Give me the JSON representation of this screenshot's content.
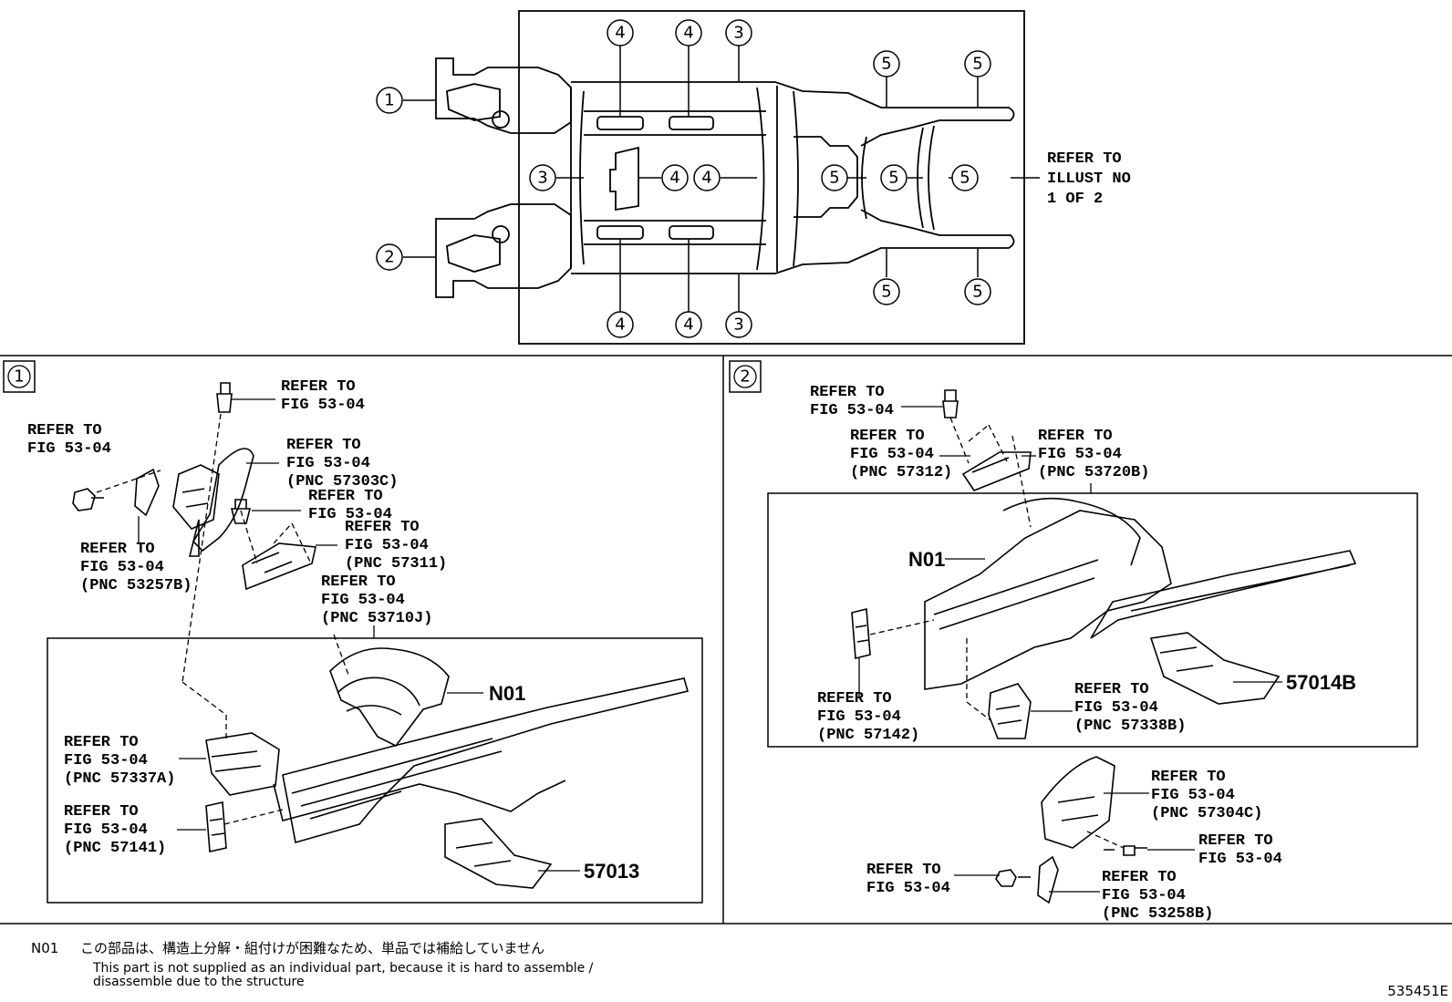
{
  "overview": {
    "callouts": [
      "1",
      "2",
      "3",
      "4",
      "5"
    ],
    "refer_note": [
      "REFER TO",
      "ILLUST NO",
      "1 OF 2"
    ]
  },
  "panel1": {
    "id": "1",
    "labels": {
      "bolt_top": [
        "REFER TO",
        "FIG 53-04"
      ],
      "bolt_left": [
        "REFER TO",
        "FIG 53-04"
      ],
      "p57303c": [
        "REFER TO",
        "FIG 53-04",
        "(PNC 57303C)"
      ],
      "bolt_mid": [
        "REFER TO",
        "FIG 53-04"
      ],
      "p57311": [
        "REFER TO",
        "FIG 53-04",
        "(PNC 57311)"
      ],
      "p53257b": [
        "REFER TO",
        "FIG 53-04",
        "(PNC 53257B)"
      ],
      "p53710j": [
        "REFER TO",
        "FIG 53-04",
        "(PNC 53710J)"
      ],
      "p57337a": [
        "REFER TO",
        "FIG 53-04",
        "(PNC 57337A)"
      ],
      "p57141": [
        "REFER TO",
        "FIG 53-04",
        "(PNC 57141)"
      ]
    },
    "n01": "N01",
    "part": "57013"
  },
  "panel2": {
    "id": "2",
    "labels": {
      "bolt_top": [
        "REFER TO",
        "FIG 53-04"
      ],
      "p57312": [
        "REFER TO",
        "FIG 53-04",
        "(PNC 57312)"
      ],
      "p53720b": [
        "REFER TO",
        "FIG 53-04",
        "(PNC 53720B)"
      ],
      "p57142": [
        "REFER TO",
        "FIG 53-04",
        "(PNC 57142)"
      ],
      "p57338b": [
        "REFER TO",
        "FIG 53-04",
        "(PNC 57338B)"
      ],
      "p57304c": [
        "REFER TO",
        "FIG 53-04",
        "(PNC 57304C)"
      ],
      "bolt_right": [
        "REFER TO",
        "FIG 53-04"
      ],
      "bolt_left": [
        "REFER TO",
        "FIG 53-04"
      ],
      "p53258b": [
        "REFER TO",
        "FIG 53-04",
        "(PNC 53258B)"
      ]
    },
    "n01": "N01",
    "part": "57014B"
  },
  "footnote": {
    "code": "N01",
    "japanese": "この部品は、構造上分解・組付けが困難なため、単品では補給していません",
    "english": [
      "This part is not supplied as an individual part, because it is hard to assemble /",
      "disassemble due to the structure"
    ]
  },
  "illustration_id": "535451E"
}
